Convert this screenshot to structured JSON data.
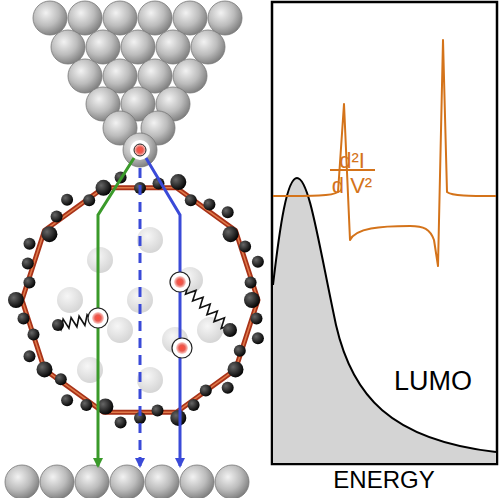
{
  "diagram": {
    "labels": [
      "d²I",
      "d V²",
      "LUMO",
      "ENERGY"
    ]
  }
}
